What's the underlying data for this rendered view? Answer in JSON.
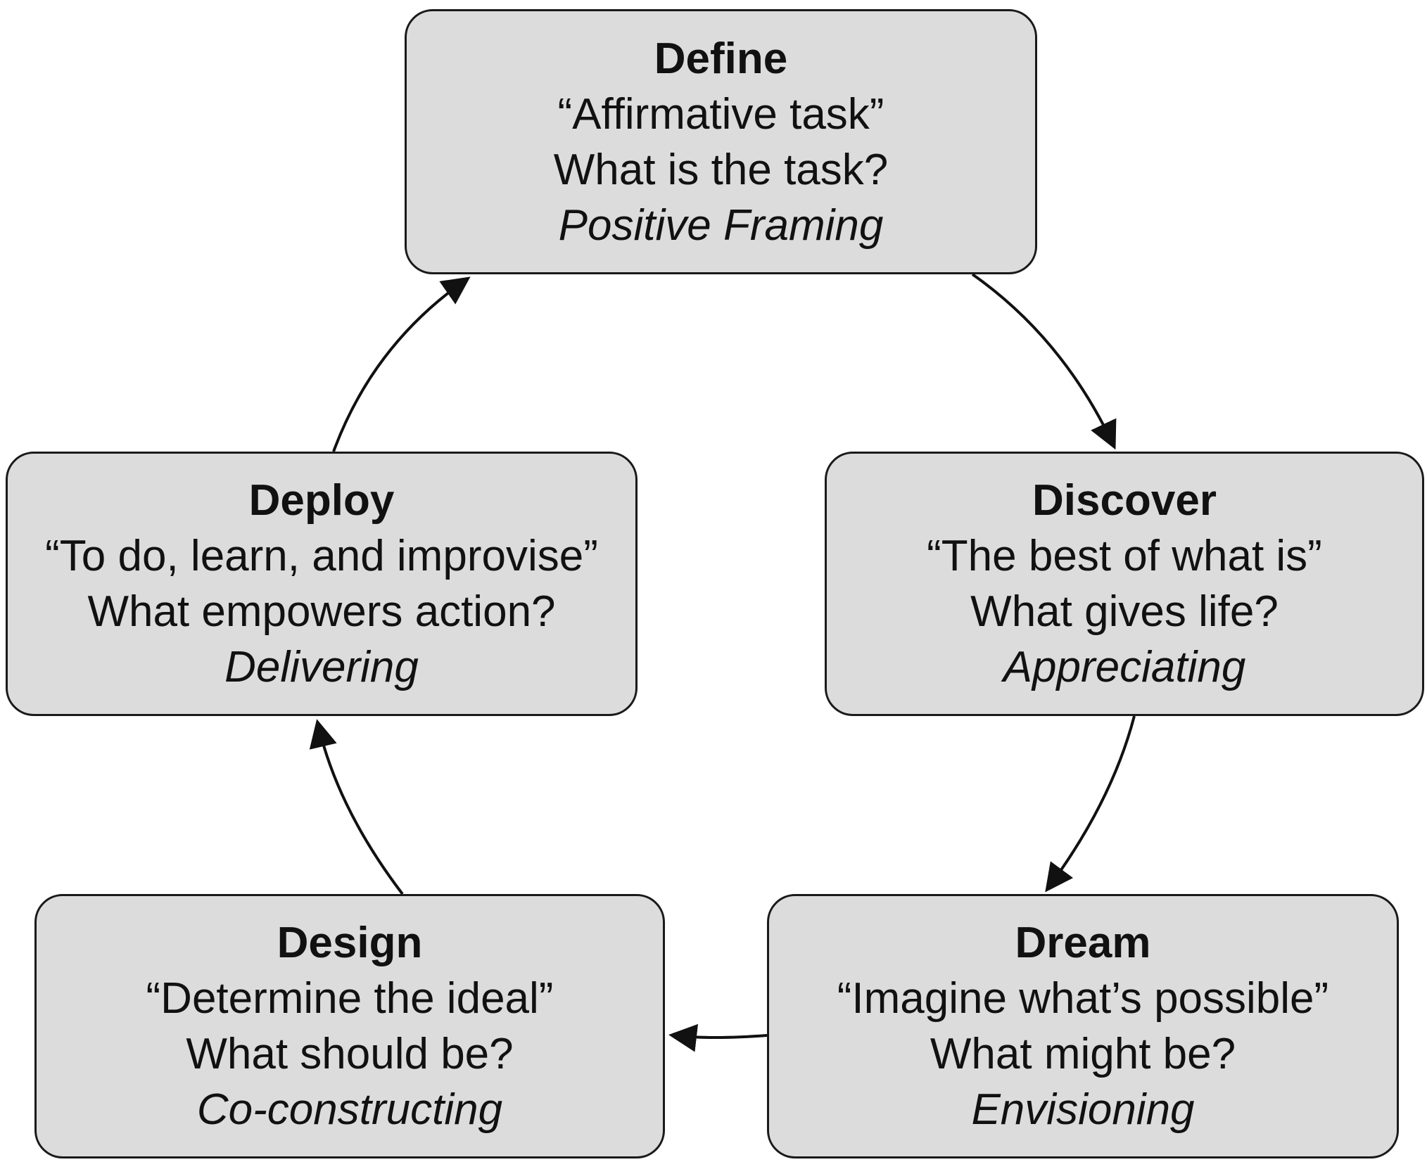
{
  "stages": [
    {
      "id": "define",
      "title": "Define",
      "quote": "“Affirmative task”",
      "question": "What is the task?",
      "mode": "Positive Framing"
    },
    {
      "id": "discover",
      "title": "Discover",
      "quote": "“The best of what is”",
      "question": "What gives life?",
      "mode": "Appreciating"
    },
    {
      "id": "dream",
      "title": "Dream",
      "quote": "“Imagine what’s possible”",
      "question": "What might be?",
      "mode": "Envisioning"
    },
    {
      "id": "design",
      "title": "Design",
      "quote": "“Determine the ideal”",
      "question": "What should be?",
      "mode": "Co-constructing"
    },
    {
      "id": "deploy",
      "title": "Deploy",
      "quote": "“To do, learn, and improvise”",
      "question": "What empowers action?",
      "mode": "Delivering"
    }
  ],
  "flow": [
    {
      "from": "define",
      "to": "discover"
    },
    {
      "from": "discover",
      "to": "dream"
    },
    {
      "from": "dream",
      "to": "design"
    },
    {
      "from": "design",
      "to": "deploy"
    },
    {
      "from": "deploy",
      "to": "define"
    }
  ],
  "colors": {
    "box_fill": "#dcdcdc",
    "box_stroke": "#1a1a1a",
    "arrow": "#111111",
    "text": "#111111"
  }
}
